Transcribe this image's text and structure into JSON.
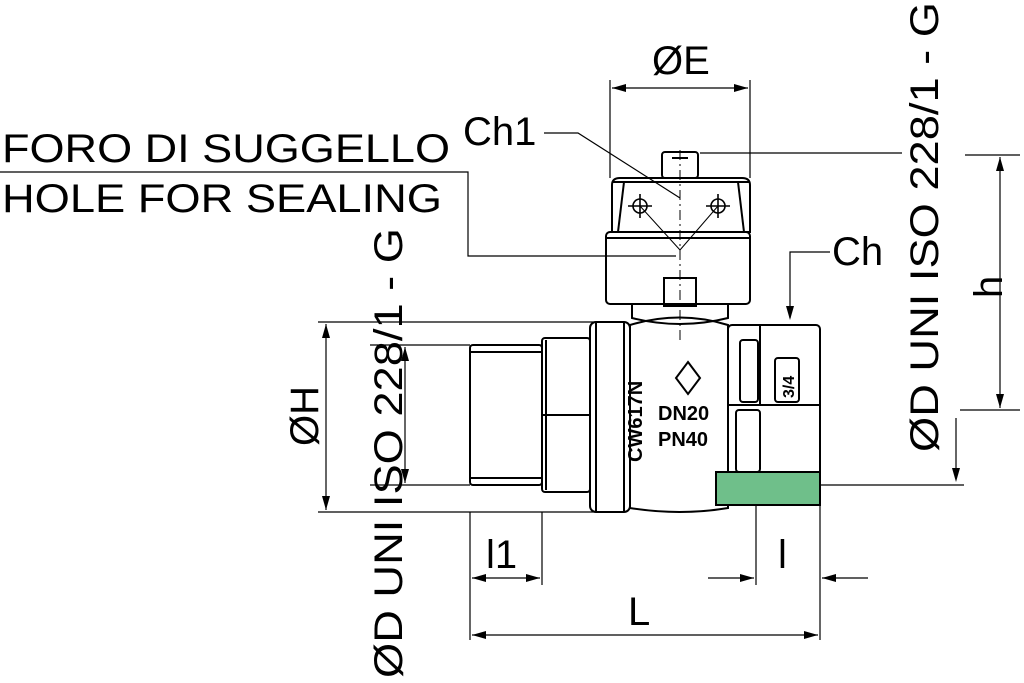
{
  "labels": {
    "dia_e": "ØE",
    "ch1": "Ch1",
    "sealing_it": "FORO DI SUGGELLO",
    "sealing_en": "HOLE FOR SEALING",
    "thread_right": "ØD UNI ISO 228/1 - G",
    "thread_left": "ØD UNI ISO 228/1 - G",
    "ch": "Ch",
    "h": "h",
    "dia_h": "ØH",
    "l1": "l1",
    "l": "l",
    "L": "L"
  },
  "markings": {
    "material": "CW617N",
    "dn": "DN20",
    "pn": "PN40",
    "size": "3/4"
  },
  "colors": {
    "line": "#000000",
    "seal_green": "#6fbf8a",
    "background": "#ffffff"
  }
}
